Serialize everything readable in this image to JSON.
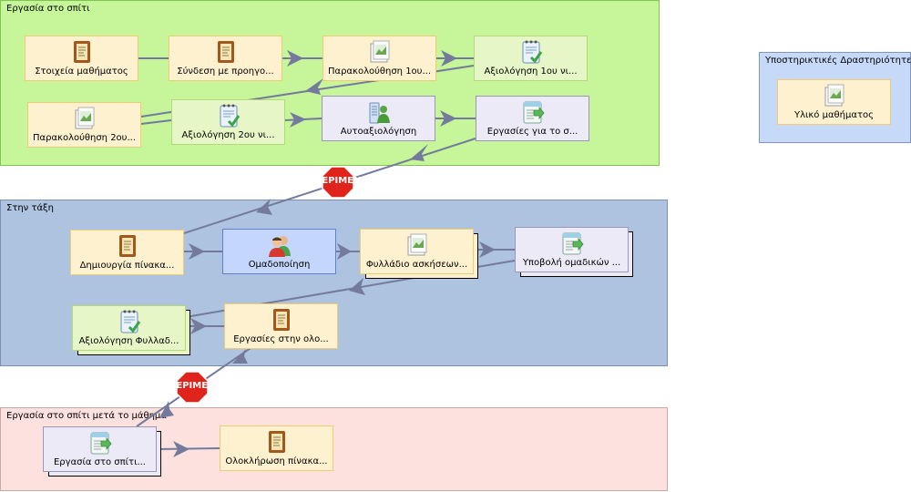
{
  "regions": {
    "home": {
      "title": "Εργασία στο σπίτι"
    },
    "support": {
      "title": "Υποστηρικτικές Δραστηριότητες"
    },
    "class": {
      "title": "Στην τάξη"
    },
    "after": {
      "title": "Εργασία στο σπίτι μετά το μάθημα"
    }
  },
  "nodes": {
    "n1": {
      "label": "Στοιχεία μαθήματος",
      "icon": "notebook-icon"
    },
    "n2": {
      "label": "Σύνδεση με προηγο...",
      "icon": "notebook-icon"
    },
    "n3": {
      "label": "Παρακολούθηση 1ου...",
      "icon": "image-doc-icon"
    },
    "n4": {
      "label": "Αξιολόγηση 1ου νι...",
      "icon": "checklist-icon"
    },
    "n5": {
      "label": "Παρακολούθηση 2ου...",
      "icon": "image-doc-icon"
    },
    "n6": {
      "label": "Αξιολόγηση 2ου νι...",
      "icon": "checklist-icon"
    },
    "n7": {
      "label": "Αυτοαξιολόγηση",
      "icon": "self-assessment-icon"
    },
    "n8": {
      "label": "Εργασίες για το σ...",
      "icon": "submit-doc-icon"
    },
    "s1": {
      "label": "Υλικό μαθήματος",
      "icon": "image-doc-icon"
    },
    "c1": {
      "label": "Δημιουργία πίνακα...",
      "icon": "notebook-icon"
    },
    "c2": {
      "label": "Ομαδοποίηση",
      "icon": "group-icon"
    },
    "c3": {
      "label": "Φυλλάδιο ασκήσεων...",
      "icon": "image-doc-icon"
    },
    "c4": {
      "label": "Υποβολή ομαδικών ...",
      "icon": "submit-doc-icon"
    },
    "c5": {
      "label": "Αξιολόγηση Φυλλαδ...",
      "icon": "checklist-icon"
    },
    "c6": {
      "label": "Εργασίες στην ολο...",
      "icon": "notebook-icon"
    },
    "a1": {
      "label": "Εργασία στο σπίτι...",
      "icon": "submit-doc-icon"
    },
    "a2": {
      "label": "Ολοκλήρωση πίνακα...",
      "icon": "notebook-icon"
    }
  },
  "gates": {
    "g1": {
      "label": "ΠΕΡΙΜΕΝΕ",
      "icon": "stop-sign-icon"
    },
    "g2": {
      "label": "ΠΕΡΙΜΕΝΕ",
      "icon": "stop-sign-icon"
    }
  },
  "colors": {
    "arrow": "#747a9c",
    "stop": "#e0231b"
  }
}
